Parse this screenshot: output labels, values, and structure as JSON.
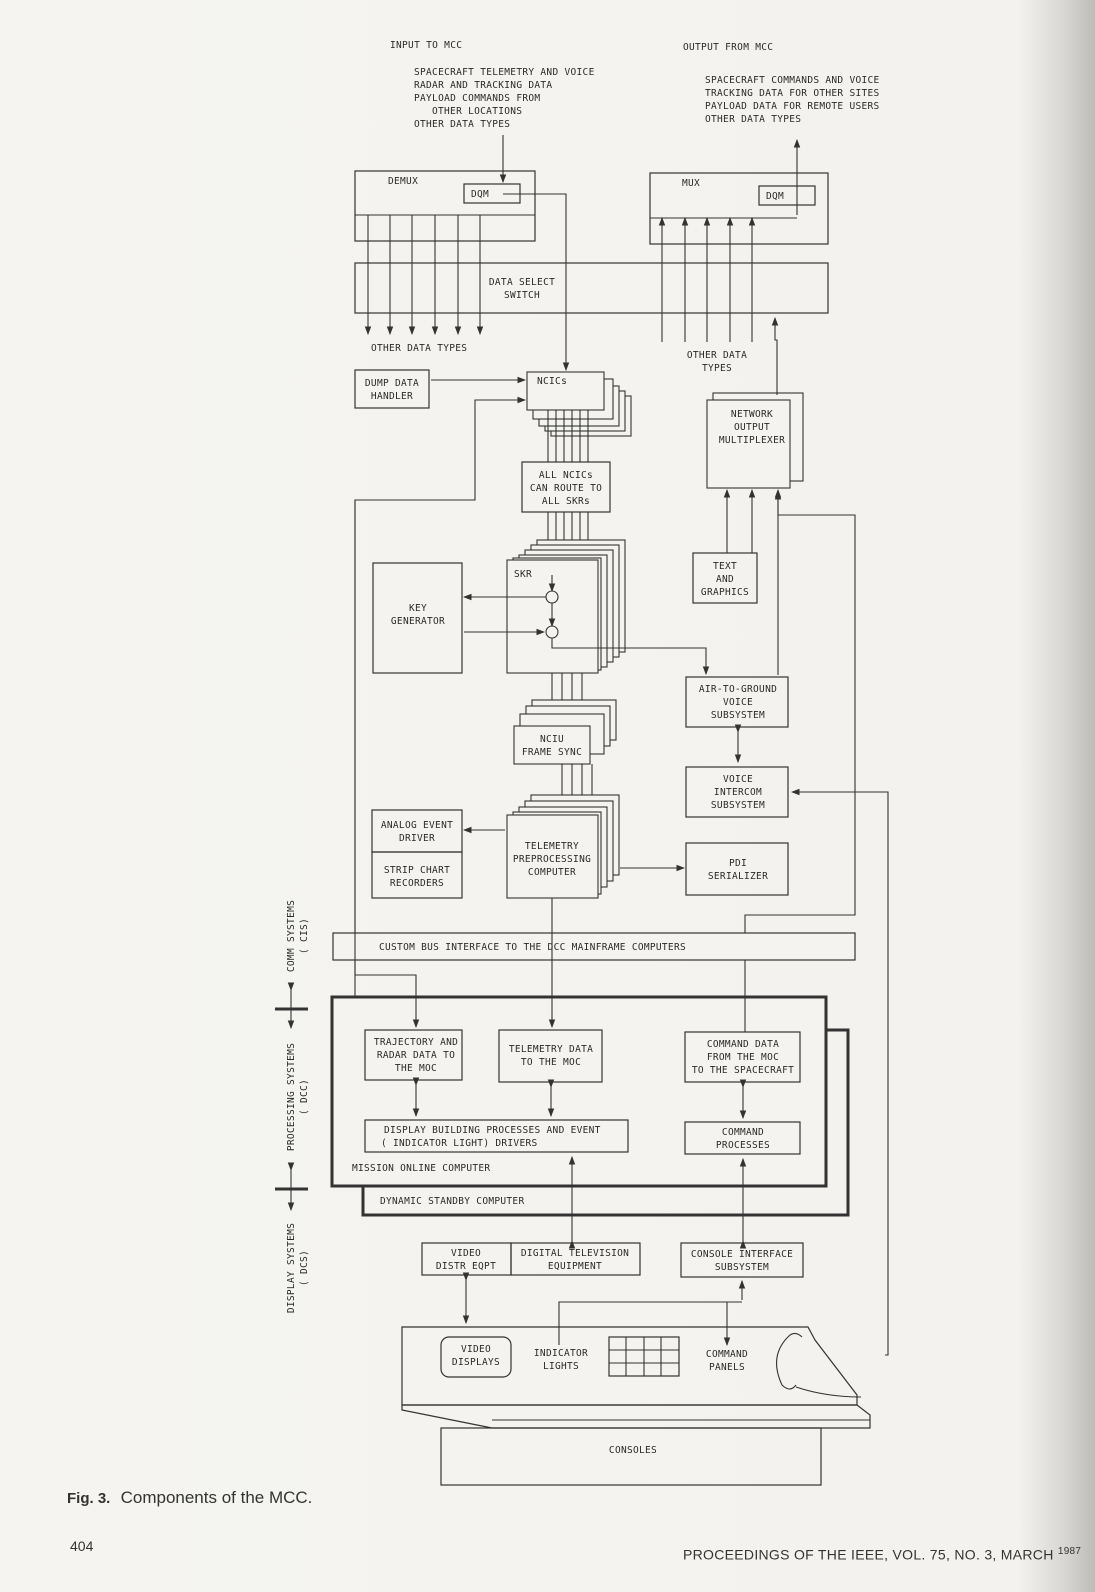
{
  "figure": {
    "input_title": "INPUT TO MCC",
    "input_items": [
      "SPACECRAFT TELEMETRY AND VOICE",
      "RADAR AND TRACKING DATA",
      "PAYLOAD COMMANDS FROM",
      "OTHER LOCATIONS",
      "OTHER DATA TYPES"
    ],
    "output_title": "OUTPUT FROM MCC",
    "output_items": [
      "SPACECRAFT COMMANDS AND VOICE",
      "TRACKING DATA FOR OTHER SITES",
      "PAYLOAD DATA FOR REMOTE USERS",
      "OTHER DATA TYPES"
    ],
    "demux": "DEMUX",
    "mux": "MUX",
    "dqm": "DQM",
    "data_select_switch": [
      "DATA SELECT",
      "SWITCH"
    ],
    "other_data_types_left": "OTHER DATA TYPES",
    "other_data_types_right": [
      "OTHER DATA",
      "TYPES"
    ],
    "dump_data_handler": [
      "DUMP DATA",
      "HANDLER"
    ],
    "ncics": "NCICs",
    "network_output_multiplexer": [
      "NETWORK",
      "OUTPUT",
      "MULTIPLEXER"
    ],
    "all_ncics": [
      "ALL NCICs",
      "CAN ROUTE TO",
      "ALL SKRs"
    ],
    "skr": "SKR",
    "key_generator": [
      "KEY",
      "GENERATOR"
    ],
    "text_and_graphics": [
      "TEXT",
      "AND",
      "GRAPHICS"
    ],
    "air_to_ground": [
      "AIR-TO-GROUND",
      "VOICE",
      "SUBSYSTEM"
    ],
    "nciu": [
      "NCIU",
      "FRAME SYNC"
    ],
    "voice_intercom": [
      "VOICE",
      "INTERCOM",
      "SUBSYSTEM"
    ],
    "analog_event_driver": [
      "ANALOG EVENT",
      "DRIVER"
    ],
    "strip_chart": [
      "STRIP CHART",
      "RECORDERS"
    ],
    "telemetry_preprocessing": [
      "TELEMETRY",
      "PREPROCESSING",
      "COMPUTER"
    ],
    "pdi_serializer": [
      "PDI",
      "SERIALIZER"
    ],
    "custom_bus": "CUSTOM BUS INTERFACE TO THE DCC MAINFRAME COMPUTERS",
    "trajectory": [
      "TRAJECTORY AND",
      "RADAR DATA TO",
      "THE MOC"
    ],
    "telemetry_data": [
      "TELEMETRY DATA",
      "TO THE MOC"
    ],
    "command_data": [
      "COMMAND DATA",
      "FROM THE MOC",
      "TO THE SPACECRAFT"
    ],
    "display_building": [
      "DISPLAY BUILDING PROCESSES AND EVENT",
      "( INDICATOR LIGHT) DRIVERS"
    ],
    "command_processes": [
      "COMMAND",
      "PROCESSES"
    ],
    "mission_online": "MISSION ONLINE COMPUTER",
    "dynamic_standby": "DYNAMIC STANDBY COMPUTER",
    "video_distr": [
      "VIDEO",
      "DISTR EQPT"
    ],
    "digital_tv": [
      "DIGITAL TELEVISION",
      "EQUIPMENT"
    ],
    "console_interface": [
      "CONSOLE INTERFACE",
      "SUBSYSTEM"
    ],
    "video_displays": [
      "VIDEO",
      "DISPLAYS"
    ],
    "indicator_lights": [
      "INDICATOR",
      "LIGHTS"
    ],
    "command_panels": [
      "COMMAND",
      "PANELS"
    ],
    "consoles": "CONSOLES",
    "side_comm": [
      "COMM SYSTEMS",
      "( CIS)"
    ],
    "side_processing": [
      "PROCESSING SYSTEMS",
      "( DCC)"
    ],
    "side_display": [
      "DISPLAY SYSTEMS",
      "( DCS)"
    ]
  },
  "caption": {
    "label": "Fig. 3.",
    "text": "Components of the MCC."
  },
  "footer": {
    "page_number": "404",
    "journal": "PROCEEDINGS OF THE IEEE, VOL. 75, NO. 3, MARCH",
    "year": "1987"
  }
}
